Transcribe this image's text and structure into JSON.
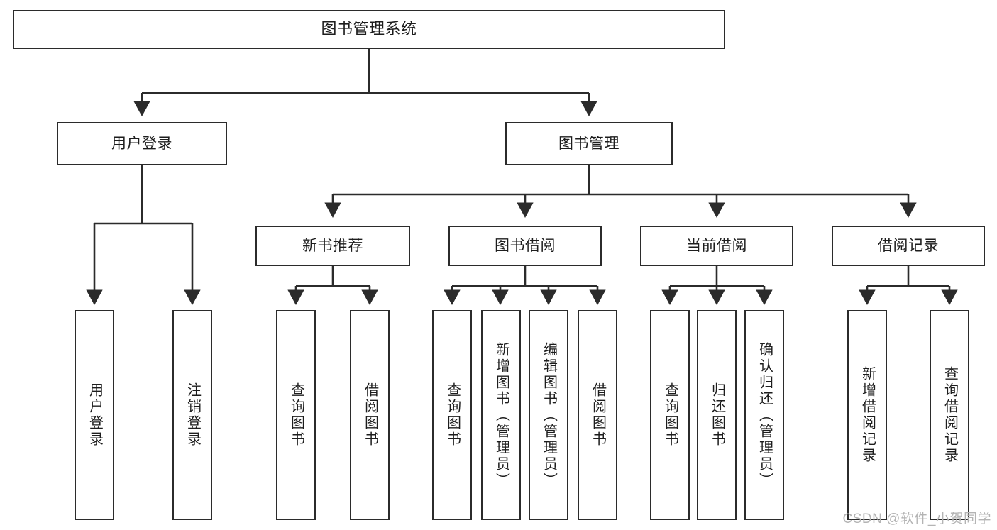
{
  "diagram": {
    "type": "tree-hierarchy",
    "title": "图书管理系统",
    "watermark": "CSDN @软件_小贺同学",
    "colors": {
      "node_border": "#2b2b2b",
      "node_fill": "#ffffff",
      "edge": "#2b2b2b",
      "text": "#1d1d1d",
      "watermark": "#b4b4b4",
      "background": "#ffffff"
    },
    "nodes": {
      "root": {
        "label": "图书管理系统"
      },
      "level2": [
        {
          "id": "user-login",
          "label": "用户登录"
        },
        {
          "id": "book-manage",
          "label": "图书管理"
        }
      ],
      "level3": [
        {
          "id": "new-book-recommend",
          "label": "新书推荐"
        },
        {
          "id": "book-borrow",
          "label": "图书借阅"
        },
        {
          "id": "current-borrow",
          "label": "当前借阅"
        },
        {
          "id": "borrow-record",
          "label": "借阅记录"
        }
      ],
      "leaves": {
        "user-login": [
          {
            "id": "leaf-user-login",
            "label": "用户登录"
          },
          {
            "id": "leaf-user-logout",
            "label": "注销登录"
          }
        ],
        "new-book-recommend": [
          {
            "id": "leaf-query-book-1",
            "label": "查询图书"
          },
          {
            "id": "leaf-borrow-book-1",
            "label": "借阅图书"
          }
        ],
        "book-borrow": [
          {
            "id": "leaf-query-book-2",
            "label": "查询图书"
          },
          {
            "id": "leaf-add-book",
            "label": "新增图书（管理员）"
          },
          {
            "id": "leaf-edit-book",
            "label": "编辑图书（管理员）"
          },
          {
            "id": "leaf-borrow-book-2",
            "label": "借阅图书"
          }
        ],
        "current-borrow": [
          {
            "id": "leaf-query-book-3",
            "label": "查询图书"
          },
          {
            "id": "leaf-return-book",
            "label": "归还图书"
          },
          {
            "id": "leaf-confirm-return",
            "label": "确认归还（管理员）"
          }
        ],
        "borrow-record": [
          {
            "id": "leaf-add-record",
            "label": "新增借阅记录"
          },
          {
            "id": "leaf-query-record",
            "label": "查询借阅记录"
          }
        ]
      }
    }
  }
}
